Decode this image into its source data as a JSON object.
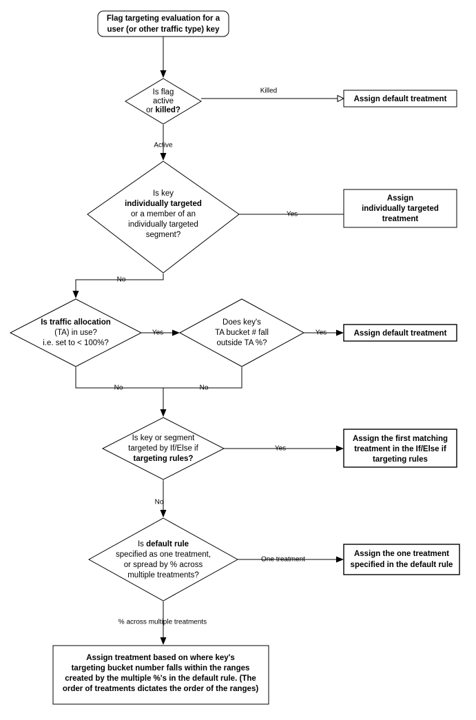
{
  "diagram": {
    "title": "Flag targeting evaluation flowchart",
    "type": "flowchart",
    "background": "#ffffff",
    "stroke_color": "#000000",
    "text_color": "#000000"
  },
  "nodes": {
    "start": {
      "shape": "rounded-rectangle",
      "lines": [
        "Flag targeting evaluation for a",
        "user (or other traffic type) key"
      ],
      "weight": "bold"
    },
    "decision_flag_active": {
      "shape": "diamond",
      "lines": [
        "Is flag",
        "active",
        "or killed?"
      ],
      "bold_words": [
        "killed?"
      ]
    },
    "assign_default_1": {
      "shape": "rectangle",
      "lines": [
        "Assign default treatment"
      ],
      "weight": "bold"
    },
    "decision_individually_targeted": {
      "shape": "diamond",
      "lines": [
        "Is key",
        "individually targeted",
        "or a member of an",
        "individually targeted",
        "segment?"
      ],
      "bold_lines": [
        1
      ]
    },
    "assign_individually_targeted": {
      "shape": "rectangle",
      "lines": [
        "Assign",
        "individually targeted",
        "treatment"
      ],
      "weight": "bold"
    },
    "decision_traffic_allocation": {
      "shape": "diamond",
      "lines": [
        "Is traffic allocation",
        "(TA) in use?",
        "i.e. set to < 100%?"
      ],
      "bold_lines": [
        0
      ]
    },
    "decision_ta_bucket": {
      "shape": "diamond",
      "lines": [
        "Does key's",
        "TA bucket # fall",
        "outside TA %?"
      ]
    },
    "assign_default_2": {
      "shape": "rectangle",
      "lines": [
        "Assign default treatment"
      ],
      "weight": "bold"
    },
    "decision_targeting_rules": {
      "shape": "diamond",
      "lines": [
        "Is key or segment",
        "targeted by If/Else if",
        "targeting rules?"
      ],
      "bold_lines": [
        2
      ]
    },
    "assign_first_matching": {
      "shape": "rectangle",
      "lines": [
        "Assign the first matching",
        "treatment in the If/Else if",
        "targeting rules"
      ],
      "weight": "bold"
    },
    "decision_default_rule": {
      "shape": "diamond",
      "lines": [
        "Is default rule",
        "specified as one treatment,",
        "or spread by % across",
        "multiple treatments?"
      ],
      "bold_words": [
        "default rule"
      ]
    },
    "assign_one_treatment": {
      "shape": "rectangle",
      "lines": [
        "Assign the one treatment",
        "specified in the default rule"
      ],
      "weight": "bold"
    },
    "assign_percent_ranges": {
      "shape": "rectangle",
      "lines": [
        "Assign treatment based on where key's",
        "targeting bucket number falls within the ranges",
        "created by the multiple %'s in the default rule. (The",
        "order of treatments dictates the order of the ranges)"
      ],
      "weight": "bold"
    }
  },
  "edges": [
    {
      "from": "start",
      "to": "decision_flag_active",
      "label": ""
    },
    {
      "from": "decision_flag_active",
      "to": "assign_default_1",
      "label": "Killed"
    },
    {
      "from": "decision_flag_active",
      "to": "decision_individually_targeted",
      "label": "Active"
    },
    {
      "from": "decision_individually_targeted",
      "to": "assign_individually_targeted",
      "label": "Yes"
    },
    {
      "from": "decision_individually_targeted",
      "to": "decision_traffic_allocation",
      "label": "No"
    },
    {
      "from": "decision_traffic_allocation",
      "to": "decision_ta_bucket",
      "label": "Yes"
    },
    {
      "from": "decision_ta_bucket",
      "to": "assign_default_2",
      "label": "Yes"
    },
    {
      "from": "decision_traffic_allocation",
      "to": "decision_targeting_rules",
      "label": "No"
    },
    {
      "from": "decision_ta_bucket",
      "to": "decision_targeting_rules",
      "label": "No"
    },
    {
      "from": "decision_targeting_rules",
      "to": "assign_first_matching",
      "label": "Yes"
    },
    {
      "from": "decision_targeting_rules",
      "to": "decision_default_rule",
      "label": "No"
    },
    {
      "from": "decision_default_rule",
      "to": "assign_one_treatment",
      "label": "One treatment"
    },
    {
      "from": "decision_default_rule",
      "to": "assign_percent_ranges",
      "label": "% across multiple treatments"
    }
  ],
  "edge_labels": {
    "killed": "Killed",
    "active": "Active",
    "yes_1": "Yes",
    "no_1": "No",
    "yes_2": "Yes",
    "yes_3": "Yes",
    "no_2": "No",
    "no_3": "No",
    "yes_4": "Yes",
    "no_4": "No",
    "one_treatment": "One treatment",
    "percent_across": "% across multiple treatments"
  }
}
